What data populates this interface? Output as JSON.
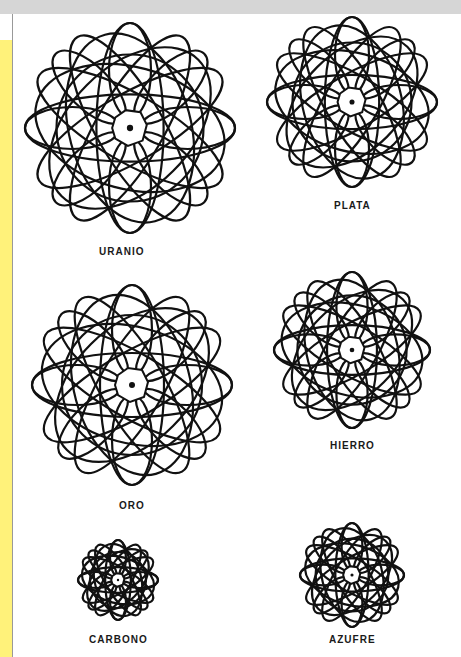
{
  "diagram": {
    "labels": [
      "URANIO",
      "PLATA",
      "ORO",
      "HIERRO",
      "CARBONO",
      "AZUFRE"
    ]
  }
}
